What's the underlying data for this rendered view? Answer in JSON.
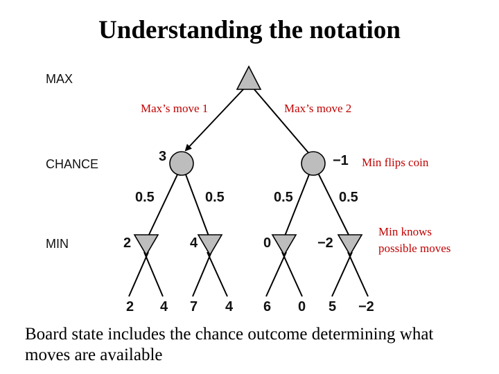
{
  "title": "Understanding the notation",
  "levels": {
    "max": "MAX",
    "chance": "CHANCE",
    "min": "MIN"
  },
  "annotations": {
    "move1": "Max’s move 1",
    "move2": "Max’s move 2",
    "flips": "Min flips coin",
    "knows_line1": "Min knows",
    "knows_line2": "possible moves"
  },
  "chance_values": [
    "3",
    "−1"
  ],
  "probabilities": [
    "0.5",
    "0.5",
    "0.5",
    "0.5"
  ],
  "min_values": [
    "2",
    "4",
    "0",
    "−2"
  ],
  "leaf_values": [
    "2",
    "4",
    "7",
    "4",
    "6",
    "0",
    "5",
    "−2"
  ],
  "caption": "Board state includes the chance outcome determining what moves are available",
  "colors": {
    "annotation": "#c00000",
    "node_fill": "#bdbdbd"
  }
}
